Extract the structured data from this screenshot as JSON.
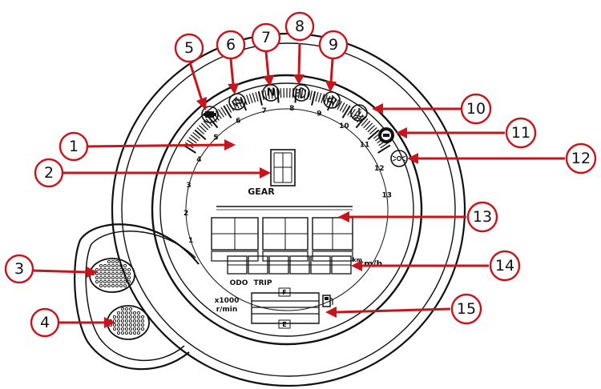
{
  "diagram": {
    "accent_color": "#c8151b",
    "labels": {
      "gear": "GEAR",
      "speed_unit": "km/h",
      "odo": "ODO",
      "trip": "TRIP",
      "rpm_multiplier": "x1000",
      "rpm_unit": "r/min",
      "fuel_full": "F",
      "fuel_empty": "E",
      "odo_unit": "km"
    },
    "tach_numbers": [
      "1",
      "2",
      "3",
      "4",
      "5",
      "6",
      "7",
      "8",
      "9",
      "10",
      "11",
      "12",
      "13"
    ],
    "callouts": [
      "1",
      "2",
      "3",
      "4",
      "5",
      "6",
      "7",
      "8",
      "9",
      "10",
      "11",
      "12",
      "13",
      "14",
      "15"
    ],
    "indicator_icons": [
      "engine-check-icon",
      "left-turn-signal-icon",
      "neutral-icon",
      "high-beam-icon",
      "right-turn-signal-icon",
      "coolant-temperature-icon",
      "abs-warning-icon",
      "position-light-icon"
    ]
  }
}
